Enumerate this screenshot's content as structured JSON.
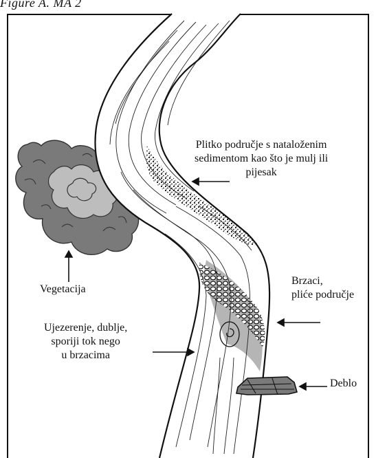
{
  "figure": {
    "title": "Figure A. MA 2"
  },
  "labels": {
    "shallow": [
      "Plitko područje s nataloženim",
      "sedimentom kao što je mulj ili",
      "pijesak"
    ],
    "vegetation": "Vegetacija",
    "rapids": [
      "Brzaci,",
      "pliće područje"
    ],
    "pool": [
      "Ujezerenje, dublje,",
      "sporiji tok nego",
      "u brzacima"
    ],
    "log": "Deblo"
  },
  "colors": {
    "ink": "#111111",
    "vegetation_dark": "#7a7a7a",
    "vegetation_light": "#bdbdbd",
    "sediment": "#1a1a1a",
    "shallow_gray": "#b5b5b5"
  }
}
